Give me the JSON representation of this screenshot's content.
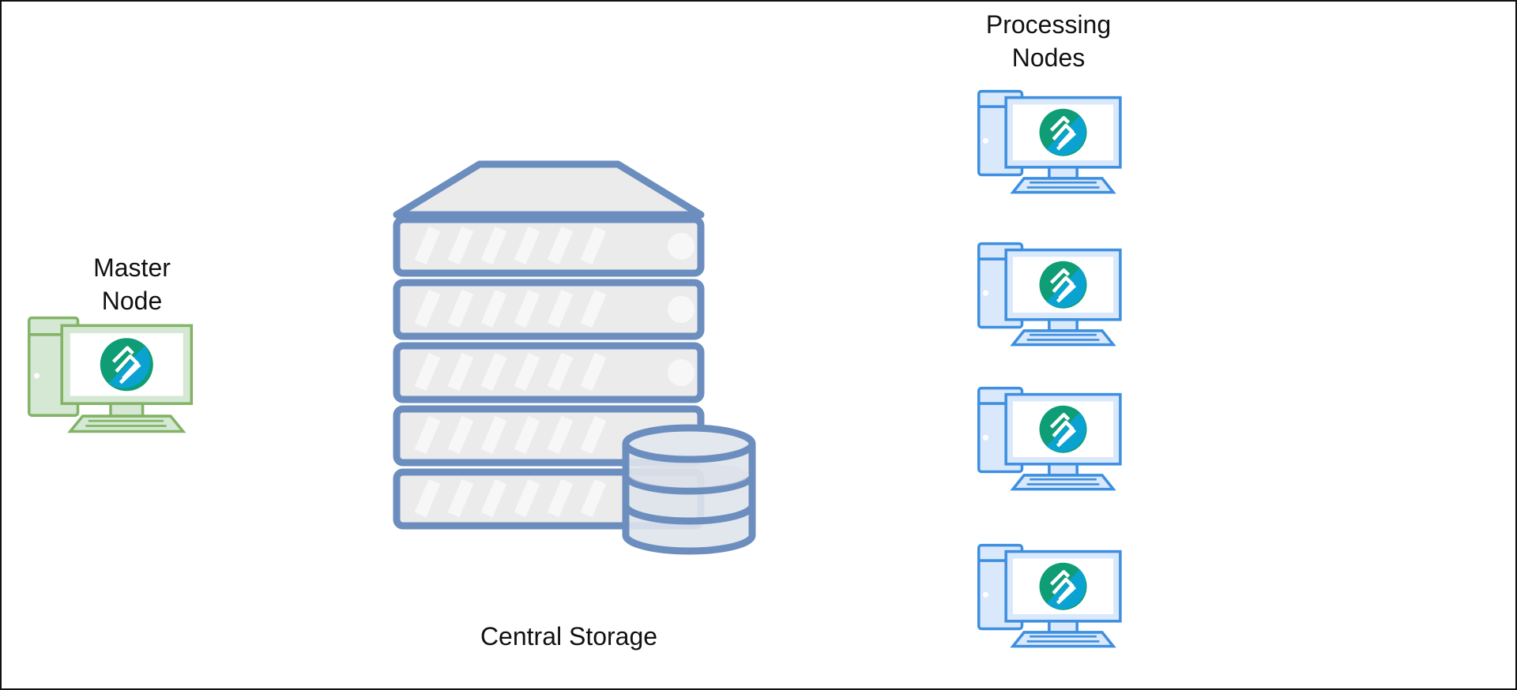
{
  "diagram": {
    "master": {
      "label_line1": "Master",
      "label_line2": "Node",
      "color": "#82b366",
      "fill": "#d5e8d4"
    },
    "processing": {
      "label_line1": "Processing",
      "label_line2": "Nodes",
      "color": "#3d8fe0",
      "fill": "#dae8fc",
      "nodes": [
        {
          "icon": "computer-with-logo-icon"
        },
        {
          "icon": "computer-with-logo-icon"
        },
        {
          "icon": "computer-with-logo-icon"
        },
        {
          "icon": "computer-with-logo-icon"
        }
      ]
    },
    "storage": {
      "label": "Central Storage",
      "icon": "server-rack-with-database-icon",
      "color": "#6c8ebf"
    },
    "logo": {
      "colors": [
        "#0f9d76",
        "#0aa3d1"
      ]
    }
  }
}
